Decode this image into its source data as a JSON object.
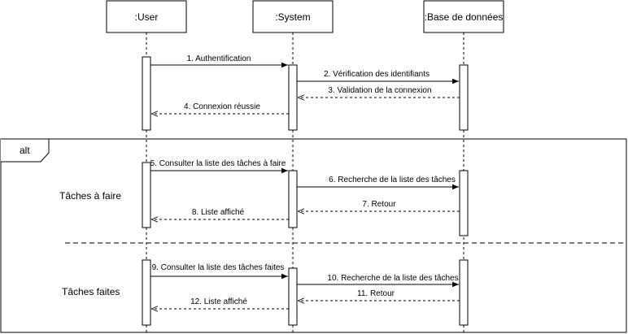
{
  "participants": [
    {
      "id": "user",
      "label": ":User"
    },
    {
      "id": "system",
      "label": ":System"
    },
    {
      "id": "db",
      "label": ":Base de données"
    }
  ],
  "messages": [
    {
      "id": "m1",
      "text": "1. Authentification",
      "type": "sync"
    },
    {
      "id": "m2",
      "text": "2. Vérification des identifiants",
      "type": "sync"
    },
    {
      "id": "m3",
      "text": "3. Validation de la connexion",
      "type": "return"
    },
    {
      "id": "m4",
      "text": "4. Connexion réussie",
      "type": "return"
    },
    {
      "id": "m5",
      "text": "5. Consulter la liste des tâches à faire",
      "type": "sync"
    },
    {
      "id": "m6",
      "text": "6. Recherche de la liste des tâches",
      "type": "sync"
    },
    {
      "id": "m7",
      "text": "7. Retour",
      "type": "return"
    },
    {
      "id": "m8",
      "text": "8. Liste affiché",
      "type": "return"
    },
    {
      "id": "m9",
      "text": "9. Consulter la liste des tâches faites",
      "type": "sync"
    },
    {
      "id": "m10",
      "text": "10. Recherche de la liste des tâches",
      "type": "sync"
    },
    {
      "id": "m11",
      "text": "11. Retour",
      "type": "return"
    },
    {
      "id": "m12",
      "text": "12. Liste affiché",
      "type": "return"
    }
  ],
  "fragment": {
    "operator": "alt",
    "guards": [
      "Tâches à faire",
      "Tâches faites"
    ]
  }
}
